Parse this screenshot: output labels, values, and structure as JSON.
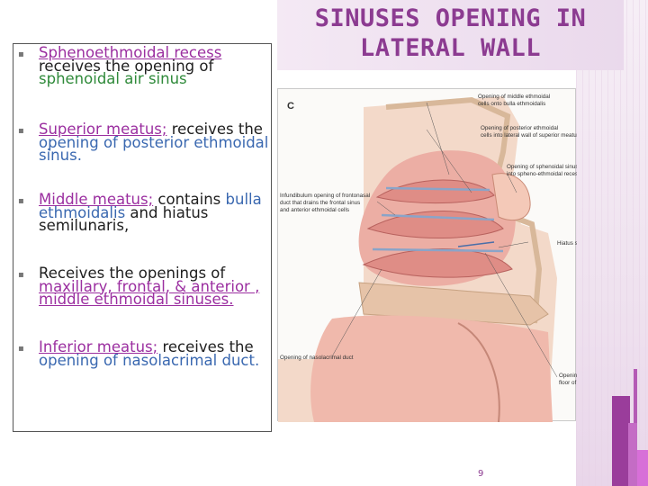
{
  "slide": {
    "title": "SINUSES OPENING IN LATERAL WALL",
    "page_number": "9"
  },
  "bullets": [
    {
      "parts": [
        {
          "text": "Sphenoethmoidal recess ",
          "style": "u"
        },
        {
          "text": "receives the opening of ",
          "style": ""
        },
        {
          "text": "sphenoidal air sinus",
          "style": "hl"
        }
      ]
    },
    {
      "parts": [
        {
          "text": "Superior meatus;",
          "style": "u"
        },
        {
          "text": " receives the ",
          "style": ""
        },
        {
          "text": "opening of posterior ethmoidal sinus.",
          "style": "blue"
        }
      ]
    },
    {
      "parts": [
        {
          "text": "Middle meatus;",
          "style": "u"
        },
        {
          "text": " contains ",
          "style": ""
        },
        {
          "text": "bulla ethmoidalis",
          "style": "blue"
        },
        {
          "text": " and hiatus semilunaris,",
          "style": ""
        }
      ]
    },
    {
      "parts": [
        {
          "text": "Receives the openings of ",
          "style": ""
        },
        {
          "text": "maxillary, frontal, & anterior , middle ethmoidal sinuses.",
          "style": "u"
        }
      ]
    },
    {
      "parts": [
        {
          "text": "Inferior meatus;",
          "style": "u"
        },
        {
          "text": " receives the ",
          "style": ""
        },
        {
          "text": "opening of nasolacrimal duct.",
          "style": "blue"
        }
      ]
    }
  ],
  "figure": {
    "panel_letter": "C",
    "labels": {
      "middle_ethmoidal": "Opening of middle ethmoidal cells onto bulla ethmoidalis",
      "posterior_ethmoidal": "Opening of posterior ethmoidal cells into lateral wall of superior meatus",
      "infundibulum": "Infundibulum opening of frontonasal duct that drains the frontal sinus and anterior ethmoidal cells",
      "sphenoidal": "Opening of sphenoidal sinus into spheno-ethmoidal recess",
      "hiatus": "Hiatus semilunaris",
      "nasolacrimal": "Opening of nasolacrimal duct",
      "maxillary": "Opening of maxillary sinus in floor of hiatus semilunaris"
    }
  },
  "colors": {
    "title": "#8c3b91",
    "underline_link": "#9b2fa0",
    "green_text": "#2f8a3a",
    "blue_text": "#3a68b0"
  }
}
